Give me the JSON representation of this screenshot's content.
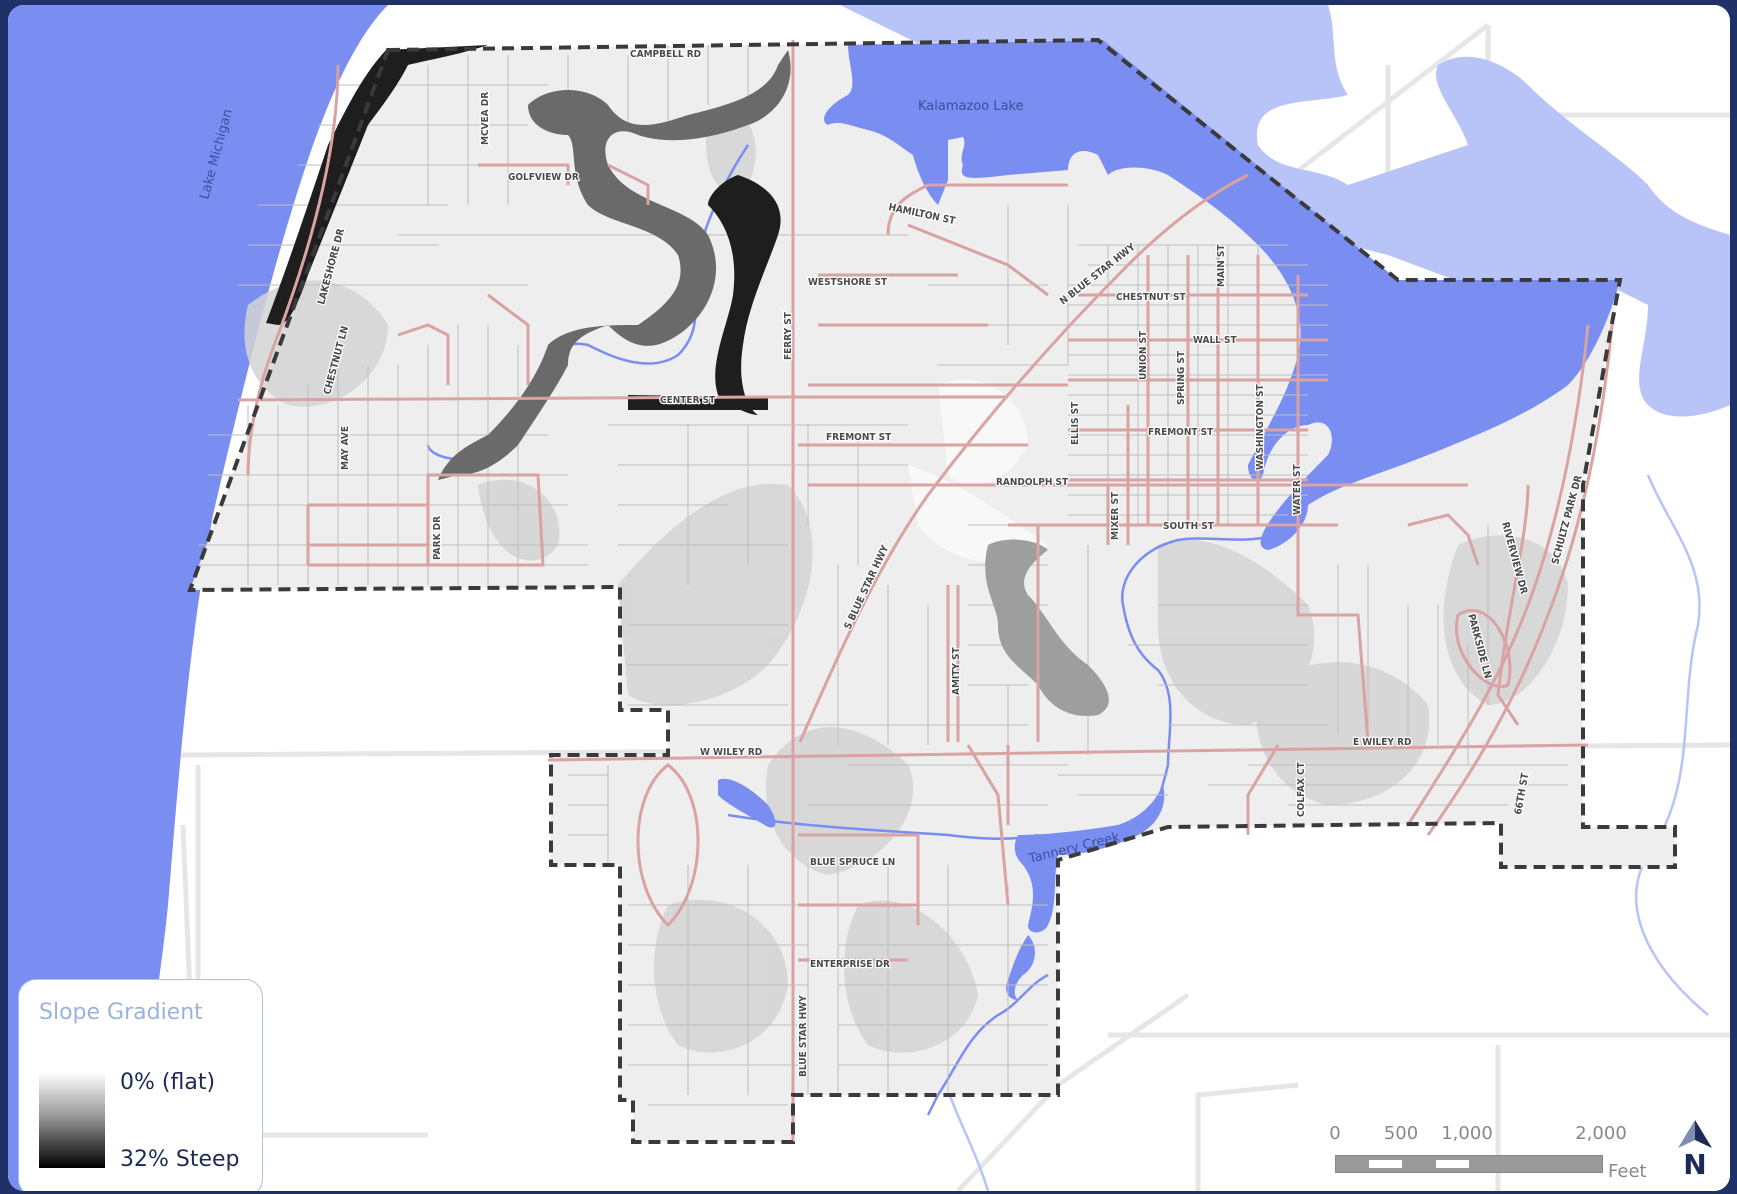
{
  "map": {
    "water_labels": {
      "lake_michigan": "Lake Michigan",
      "kalamazoo_lake": "Kalamazoo Lake",
      "tannery_creek": "Tannery Creek"
    },
    "streets": {
      "campbell": "CAMPBELL RD",
      "mcvea": "MCVEA DR",
      "golfview": "GOLFVIEW DR",
      "lakeshore": "LAKESHORE DR",
      "chestnut_ln": "CHESTNUT LN",
      "may": "MAY AVE",
      "park": "PARK DR",
      "center": "CENTER ST",
      "hamilton": "HAMILTON ST",
      "westshore": "WESTSHORE ST",
      "ferry": "FERRY ST",
      "fremont_w": "FREMONT ST",
      "n_blue_star": "N BLUE STAR HWY",
      "chestnut_st": "CHESTNUT ST",
      "main": "MAIN ST",
      "wall": "WALL ST",
      "union": "UNION ST",
      "spring": "SPRING ST",
      "fremont_e": "FREMONT ST",
      "ellis": "ELLIS ST",
      "randolph": "RANDOLPH ST",
      "washington": "WASHINGTON ST",
      "water": "WATER ST",
      "mixer": "MIXER ST",
      "south": "SOUTH ST",
      "s_blue_star": "S BLUE STAR HWY",
      "amity": "AMITY ST",
      "riverview": "RIVERVIEW DR",
      "schultz_park": "SCHULTZ PARK DR",
      "parkside": "PARKSIDE LN",
      "w_wiley": "W WILEY RD",
      "e_wiley": "E WILEY RD",
      "colfax": "COLFAX CT",
      "66th": "66TH ST",
      "blue_spruce": "BLUE SPRUCE LN",
      "enterprise": "ENTERPRISE DR",
      "blue_star_s": "BLUE STAR HWY"
    }
  },
  "legend": {
    "title": "Slope Gradient",
    "flat": "0% (flat)",
    "steep": "32% Steep"
  },
  "scale": {
    "ticks": [
      "0",
      "500",
      "1,000",
      "2,000"
    ],
    "unit": "Feet"
  },
  "north": "N",
  "colors": {
    "water": "#7a8df0",
    "water_light": "#b8c3f7",
    "road": "#d9a3a3",
    "parcel": "#bdbdbd",
    "background": "#1f3166"
  }
}
